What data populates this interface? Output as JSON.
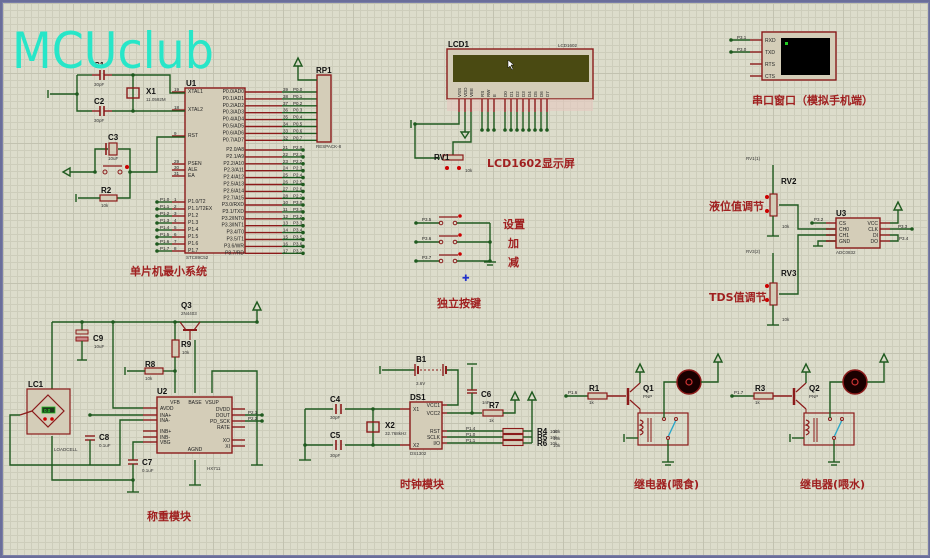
{
  "app": "Proteus ISIS schematic",
  "watermark": "MCUclub",
  "sections": {
    "mcu": "单片机最小系统",
    "lcd": "LCD1602显示屏",
    "serial": "串口窗口（模拟手机端）",
    "keys": "独立按键",
    "key_labels": [
      "设置",
      "加",
      "减"
    ],
    "level_adj": "液位值调节",
    "tds_adj": "TDS值调节",
    "weigh": "称重模块",
    "clock": "时钟模块",
    "relay_feed": "继电器(喂食)",
    "relay_water": "继电器(喂水)"
  },
  "u1": {
    "ref": "U1",
    "part": "STC89C52",
    "left_pins": [
      {
        "num": "19",
        "name": "XTAL1"
      },
      {
        "num": "18",
        "name": "XTAL2"
      },
      {
        "num": "9",
        "name": "RST"
      },
      {
        "num": "29",
        "name": "PSEN"
      },
      {
        "num": "30",
        "name": "ALE"
      },
      {
        "num": "31",
        "name": "EA"
      },
      {
        "num": "1",
        "name": "P1.0/T2"
      },
      {
        "num": "2",
        "name": "P1.1/T2EX"
      },
      {
        "num": "3",
        "name": "P1.2"
      },
      {
        "num": "4",
        "name": "P1.3"
      },
      {
        "num": "5",
        "name": "P1.4"
      },
      {
        "num": "6",
        "name": "P1.5"
      },
      {
        "num": "7",
        "name": "P1.6"
      },
      {
        "num": "8",
        "name": "P1.7"
      }
    ],
    "p0": [
      "P0.0/AD0",
      "P0.1/AD1",
      "P0.2/AD2",
      "P0.3/AD3",
      "P0.4/AD4",
      "P0.5/AD5",
      "P0.6/AD6",
      "P0.7/AD7"
    ],
    "p0_nums": [
      "39",
      "38",
      "37",
      "36",
      "35",
      "34",
      "33",
      "32"
    ],
    "p2": [
      "P2.0/A8",
      "P2.1/A9",
      "P2.2/A10",
      "P2.3/A11",
      "P2.4/A12",
      "P2.5/A13",
      "P2.6/A14",
      "P2.7/A15"
    ],
    "p2_nums": [
      "21",
      "22",
      "23",
      "24",
      "25",
      "26",
      "27",
      "28"
    ],
    "p3": [
      "P3.0/RXD",
      "P3.1/TXD",
      "P3.2/INT0",
      "P3.3/INT1",
      "P3.4/T0",
      "P3.5/T1",
      "P3.6/WR",
      "P3.7/RD"
    ],
    "p3_nums": [
      "10",
      "11",
      "12",
      "13",
      "14",
      "15",
      "16",
      "17"
    ],
    "p0_nets": [
      "P0.0",
      "P0.1",
      "P0.2",
      "P0.3",
      "P0.4",
      "P0.5",
      "P0.6",
      "P0.7"
    ],
    "p2_nets": [
      "P2.0",
      "P2.1",
      "P2.2",
      "P2.3",
      "P2.4",
      "P2.5",
      "P2.6",
      "P2.7"
    ],
    "p3_nets": [
      "P3.0",
      "P3.1",
      "P3.2",
      "P3.3",
      "P3.4",
      "P3.5",
      "P3.6",
      "P3.7"
    ],
    "p1_nets": [
      "P1.0",
      "P1.1",
      "P1.2",
      "P1.3",
      "P1.4",
      "P1.5",
      "P1.6",
      "P1.7"
    ]
  },
  "rp1": {
    "ref": "RP1",
    "part": "RESPACK-8"
  },
  "c1": {
    "ref": "C1",
    "val": "30pF"
  },
  "c2": {
    "ref": "C2",
    "val": "30pF"
  },
  "x1": {
    "ref": "X1",
    "val": "11.0592M"
  },
  "c3": {
    "ref": "C3",
    "val": "10uF"
  },
  "r2": {
    "ref": "R2",
    "val": "10k"
  },
  "lcd1": {
    "ref": "LCD1",
    "part": "LCD1602",
    "pins": [
      "VSS",
      "VDD",
      "VEE",
      "RS",
      "RW",
      "E",
      "D0",
      "D1",
      "D2",
      "D3",
      "D4",
      "D5",
      "D6",
      "D7"
    ]
  },
  "rv1": {
    "ref": "RV1",
    "val": "10k"
  },
  "terminal": {
    "pins": [
      "RXD",
      "TXD",
      "RTS",
      "CTS"
    ],
    "nets": [
      "P3.1",
      "P3.0"
    ]
  },
  "keys": {
    "nets": [
      "P3.5",
      "P3.6",
      "P3.7"
    ]
  },
  "rv2": {
    "ref": "RV2",
    "val": "10k",
    "probe": "RV1(1)"
  },
  "rv3": {
    "ref": "RV3",
    "val": "10k",
    "probe": "RV3(2)"
  },
  "u3": {
    "ref": "U3",
    "part": "ADC0832",
    "left": [
      "CS",
      "CH0",
      "CH1",
      "GND"
    ],
    "right": [
      "VCC",
      "CLK",
      "DI",
      "DO"
    ],
    "nets": [
      "P3.2",
      "P3.3",
      "P3.4"
    ]
  },
  "q3": {
    "ref": "Q3",
    "part": "2N4403"
  },
  "c9": {
    "ref": "C9",
    "val": "10uF"
  },
  "r9": {
    "ref": "R9",
    "val": "10k"
  },
  "r8": {
    "ref": "R8",
    "val": "10k"
  },
  "lc1": {
    "ref": "LC1",
    "part": "LOADCELL",
    "display": "0.0"
  },
  "c8": {
    "ref": "C8",
    "val": "0.1uF"
  },
  "c7": {
    "ref": "C7",
    "val": "0.1uF"
  },
  "u2": {
    "ref": "U2",
    "part": "HX711",
    "top": [
      "VFB",
      "BASE",
      "VSUP"
    ],
    "left": [
      "AVDD",
      "INA+",
      "INA-",
      "INB+",
      "INB-",
      "VBG"
    ],
    "right": [
      "DVDD",
      "DOUT",
      "PD_SCK",
      "RATE",
      "XO",
      "XI"
    ],
    "bottom": "AGND",
    "nets": [
      "P2.1",
      "P2.2"
    ]
  },
  "b1": {
    "ref": "B1",
    "val": "3.6V"
  },
  "ds1": {
    "ref": "DS1",
    "part": "DS1302",
    "left": [
      "X1",
      "X2"
    ],
    "right": [
      "VCC1",
      "VCC2",
      "RST",
      "SCLK",
      "I/O"
    ],
    "nets": [
      "P1.4",
      "P1.0",
      "P1.1"
    ]
  },
  "c4": {
    "ref": "C4",
    "val": "30pF"
  },
  "c5": {
    "ref": "C5",
    "val": "30pF"
  },
  "x2": {
    "ref": "X2",
    "val": "32.768kHz"
  },
  "c6": {
    "ref": "C6",
    "val": "1nF"
  },
  "r7": {
    "ref": "R7",
    "val": "1k"
  },
  "r4": {
    "ref": "R4",
    "val": "10k"
  },
  "r5": {
    "ref": "R5",
    "val": "10k"
  },
  "r6": {
    "ref": "R6",
    "val": "10k"
  },
  "r1": {
    "ref": "R1",
    "val": "1k",
    "net": "P1.6"
  },
  "q1": {
    "ref": "Q1",
    "part": "PNP"
  },
  "r3": {
    "ref": "R3",
    "val": "1k",
    "net": "P1.7"
  },
  "q2": {
    "ref": "Q2",
    "part": "PNP"
  },
  "stray_vals": [
    "10k",
    "10k",
    "10k"
  ]
}
